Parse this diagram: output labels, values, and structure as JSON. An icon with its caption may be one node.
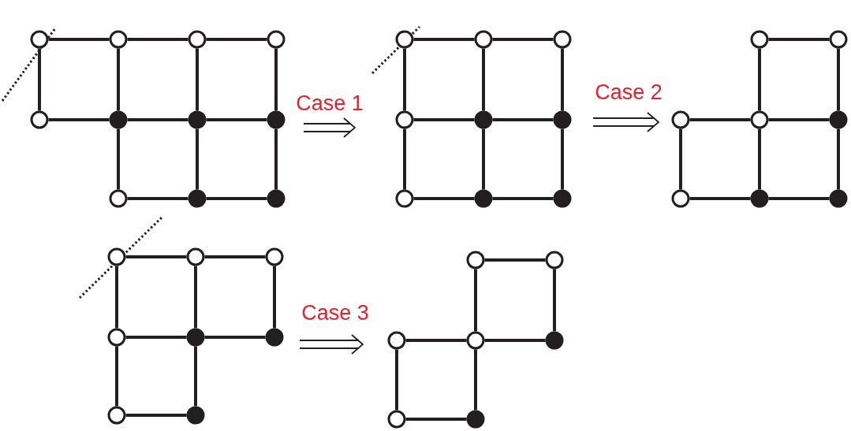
{
  "diagram": {
    "nodes": [
      {
        "text": [],
        "shape": "circle"
      },
      {
        "text": [],
        "shape": "circle"
      },
      {
        "text": [],
        "shape": "circle"
      },
      {
        "text": [],
        "shape": "circle"
      },
      {
        "text": [],
        "shape": "circle"
      },
      {
        "text": [],
        "shape": "dot"
      },
      {
        "text": [],
        "shape": "dot"
      },
      {
        "text": [],
        "shape": "dot"
      },
      {
        "text": [],
        "shape": "circle"
      },
      {
        "text": [],
        "shape": "dot"
      },
      {
        "text": [],
        "shape": "dot"
      },
      {
        "text": [],
        "shape": "circle"
      },
      {
        "text": [],
        "shape": "circle"
      },
      {
        "text": [],
        "shape": "circle"
      },
      {
        "text": [],
        "shape": "circle"
      },
      {
        "text": [],
        "shape": "dot"
      },
      {
        "text": [],
        "shape": "dot"
      },
      {
        "text": [],
        "shape": "circle"
      },
      {
        "text": [],
        "shape": "dot"
      },
      {
        "text": [],
        "shape": "dot"
      },
      {
        "text": [],
        "shape": "circle"
      },
      {
        "text": [],
        "shape": "circle"
      },
      {
        "text": [],
        "shape": "circle"
      },
      {
        "text": [],
        "shape": "circle"
      },
      {
        "text": [],
        "shape": "dot"
      },
      {
        "text": [],
        "shape": "circle"
      },
      {
        "text": [],
        "shape": "dot"
      },
      {
        "text": [],
        "shape": "dot"
      },
      {
        "text": [],
        "shape": "circle"
      },
      {
        "text": [],
        "shape": "circle"
      },
      {
        "text": [],
        "shape": "circle"
      },
      {
        "text": [],
        "shape": "circle"
      },
      {
        "text": [],
        "shape": "dot"
      },
      {
        "text": [],
        "shape": "dot"
      },
      {
        "text": [],
        "shape": "circle"
      },
      {
        "text": [],
        "shape": "dot"
      },
      {
        "text": [],
        "shape": "circle"
      },
      {
        "text": [],
        "shape": "circle"
      },
      {
        "text": [],
        "shape": "circle"
      },
      {
        "text": [],
        "shape": "circle"
      },
      {
        "text": [],
        "shape": "dot"
      },
      {
        "text": [],
        "shape": "circle"
      },
      {
        "text": [],
        "shape": "dot"
      }
    ],
    "edges": [
      {
        "from": 0,
        "to": 1,
        "arrow": "none"
      },
      {
        "from": 1,
        "to": 2,
        "arrow": "none"
      },
      {
        "from": 2,
        "to": 3,
        "arrow": "none"
      },
      {
        "from": 4,
        "to": 5,
        "arrow": "none"
      },
      {
        "from": 5,
        "to": 6,
        "arrow": "none"
      },
      {
        "from": 6,
        "to": 7,
        "arrow": "none"
      },
      {
        "from": 8,
        "to": 9,
        "arrow": "none"
      },
      {
        "from": 9,
        "to": 10,
        "arrow": "none"
      },
      {
        "from": 0,
        "to": 4,
        "arrow": "none"
      },
      {
        "from": 1,
        "to": 5,
        "arrow": "none"
      },
      {
        "from": 5,
        "to": 8,
        "arrow": "none"
      },
      {
        "from": 2,
        "to": 6,
        "arrow": "none"
      },
      {
        "from": 6,
        "to": 9,
        "arrow": "none"
      },
      {
        "from": 3,
        "to": 7,
        "arrow": "none"
      },
      {
        "from": 7,
        "to": 10,
        "arrow": "none"
      },
      {
        "from": 11,
        "to": 12,
        "arrow": "none"
      },
      {
        "from": 12,
        "to": 13,
        "arrow": "none"
      },
      {
        "from": 14,
        "to": 15,
        "arrow": "none"
      },
      {
        "from": 15,
        "to": 16,
        "arrow": "none"
      },
      {
        "from": 17,
        "to": 18,
        "arrow": "none"
      },
      {
        "from": 18,
        "to": 19,
        "arrow": "none"
      },
      {
        "from": 11,
        "to": 14,
        "arrow": "none"
      },
      {
        "from": 14,
        "to": 17,
        "arrow": "none"
      },
      {
        "from": 12,
        "to": 15,
        "arrow": "none"
      },
      {
        "from": 15,
        "to": 18,
        "arrow": "none"
      },
      {
        "from": 13,
        "to": 16,
        "arrow": "none"
      },
      {
        "from": 16,
        "to": 19,
        "arrow": "none"
      },
      {
        "from": 20,
        "to": 21,
        "arrow": "none"
      },
      {
        "from": 22,
        "to": 23,
        "arrow": "none"
      },
      {
        "from": 23,
        "to": 24,
        "arrow": "none"
      },
      {
        "from": 25,
        "to": 26,
        "arrow": "none"
      },
      {
        "from": 26,
        "to": 27,
        "arrow": "none"
      },
      {
        "from": 20,
        "to": 23,
        "arrow": "none"
      },
      {
        "from": 21,
        "to": 24,
        "arrow": "none"
      },
      {
        "from": 22,
        "to": 25,
        "arrow": "none"
      },
      {
        "from": 23,
        "to": 26,
        "arrow": "none"
      },
      {
        "from": 24,
        "to": 27,
        "arrow": "none"
      },
      {
        "from": 28,
        "to": 29,
        "arrow": "none"
      },
      {
        "from": 29,
        "to": 30,
        "arrow": "none"
      },
      {
        "from": 31,
        "to": 32,
        "arrow": "none"
      },
      {
        "from": 32,
        "to": 33,
        "arrow": "none"
      },
      {
        "from": 34,
        "to": 35,
        "arrow": "none"
      },
      {
        "from": 28,
        "to": 31,
        "arrow": "none"
      },
      {
        "from": 31,
        "to": 34,
        "arrow": "none"
      },
      {
        "from": 29,
        "to": 32,
        "arrow": "none"
      },
      {
        "from": 32,
        "to": 35,
        "arrow": "none"
      },
      {
        "from": 30,
        "to": 33,
        "arrow": "none"
      },
      {
        "from": 36,
        "to": 37,
        "arrow": "none"
      },
      {
        "from": 38,
        "to": 39,
        "arrow": "none"
      },
      {
        "from": 39,
        "to": 40,
        "arrow": "none"
      },
      {
        "from": 41,
        "to": 42,
        "arrow": "none"
      },
      {
        "from": 36,
        "to": 39,
        "arrow": "none"
      },
      {
        "from": 37,
        "to": 40,
        "arrow": "none"
      },
      {
        "from": 38,
        "to": 41,
        "arrow": "none"
      },
      {
        "from": 39,
        "to": 42,
        "arrow": "none"
      }
    ],
    "labels": [
      "Case 1",
      "Case 2",
      "Case 3"
    ]
  }
}
